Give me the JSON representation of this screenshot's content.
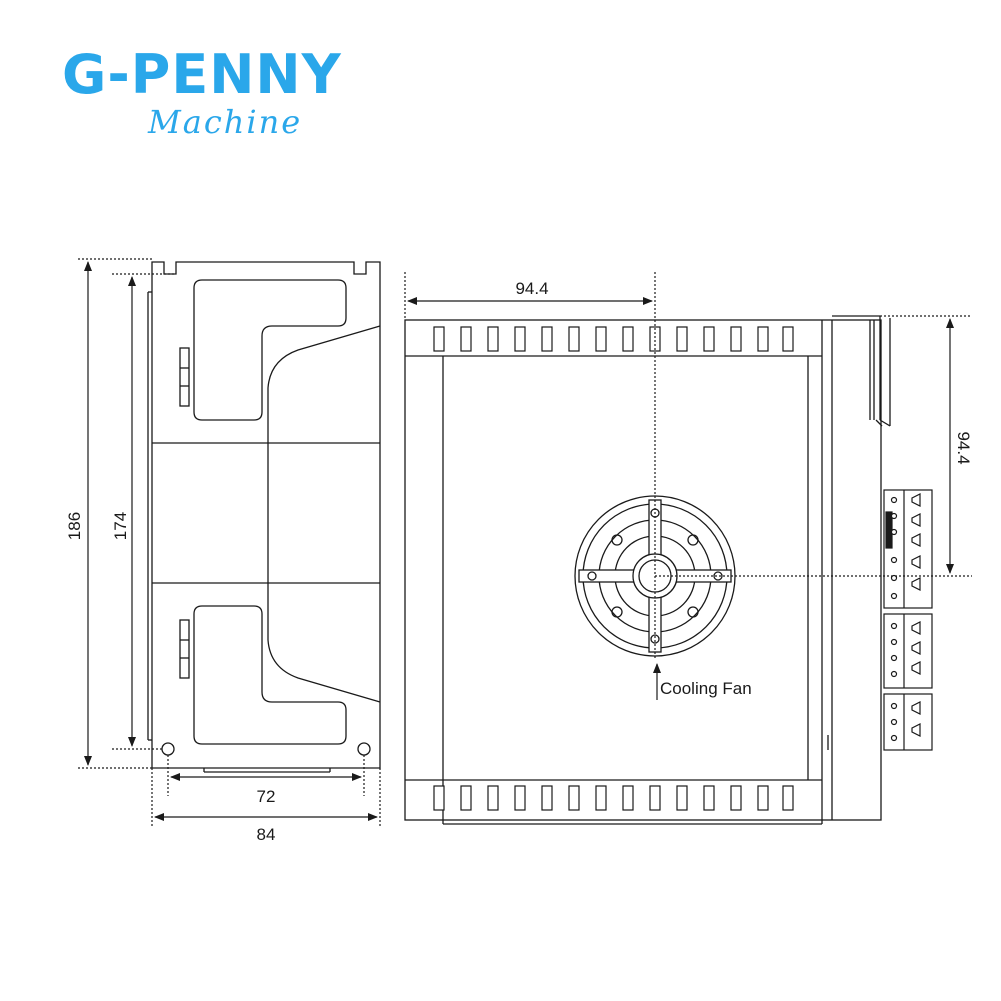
{
  "logo": {
    "name": "G-PENNY",
    "tagline": "Machine",
    "color": "#2aa7ea"
  },
  "dimensions": {
    "side_height_outer": "186",
    "side_height_inner": "174",
    "side_width_inner": "72",
    "side_width_outer": "84",
    "front_width_to_fan": "94.4",
    "front_height_to_fan": "94.4"
  },
  "callouts": {
    "fan_label": "Cooling Fan"
  },
  "colors": {
    "line": "#1a1a1a",
    "body_fill": "#ffffff"
  }
}
